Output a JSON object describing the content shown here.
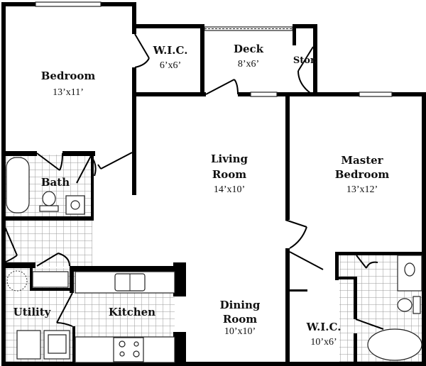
{
  "rooms": {
    "bedroom": {
      "name": "Bedroom",
      "size": "13’x11’"
    },
    "wic_small": {
      "name": "W.I.C.",
      "size": "6’x6’"
    },
    "deck": {
      "name": "Deck",
      "size": "8’x6’"
    },
    "storage": {
      "name": "Stor."
    },
    "living": {
      "name_line1": "Living",
      "name_line2": "Room",
      "size": "14’x10’"
    },
    "master": {
      "name_line1": "Master",
      "name_line2": "Bedroom",
      "size": "13’x12’"
    },
    "bath": {
      "name": "Bath"
    },
    "utility": {
      "name": "Utility"
    },
    "kitchen": {
      "name": "Kitchen"
    },
    "dining": {
      "name_line1": "Dining",
      "name_line2": "Room",
      "size": "10’x10’"
    },
    "wic_master": {
      "name": "W.I.C.",
      "size": "10’x6’"
    }
  },
  "colors": {
    "wall": "#000000",
    "tile": "#9a9a9a"
  }
}
